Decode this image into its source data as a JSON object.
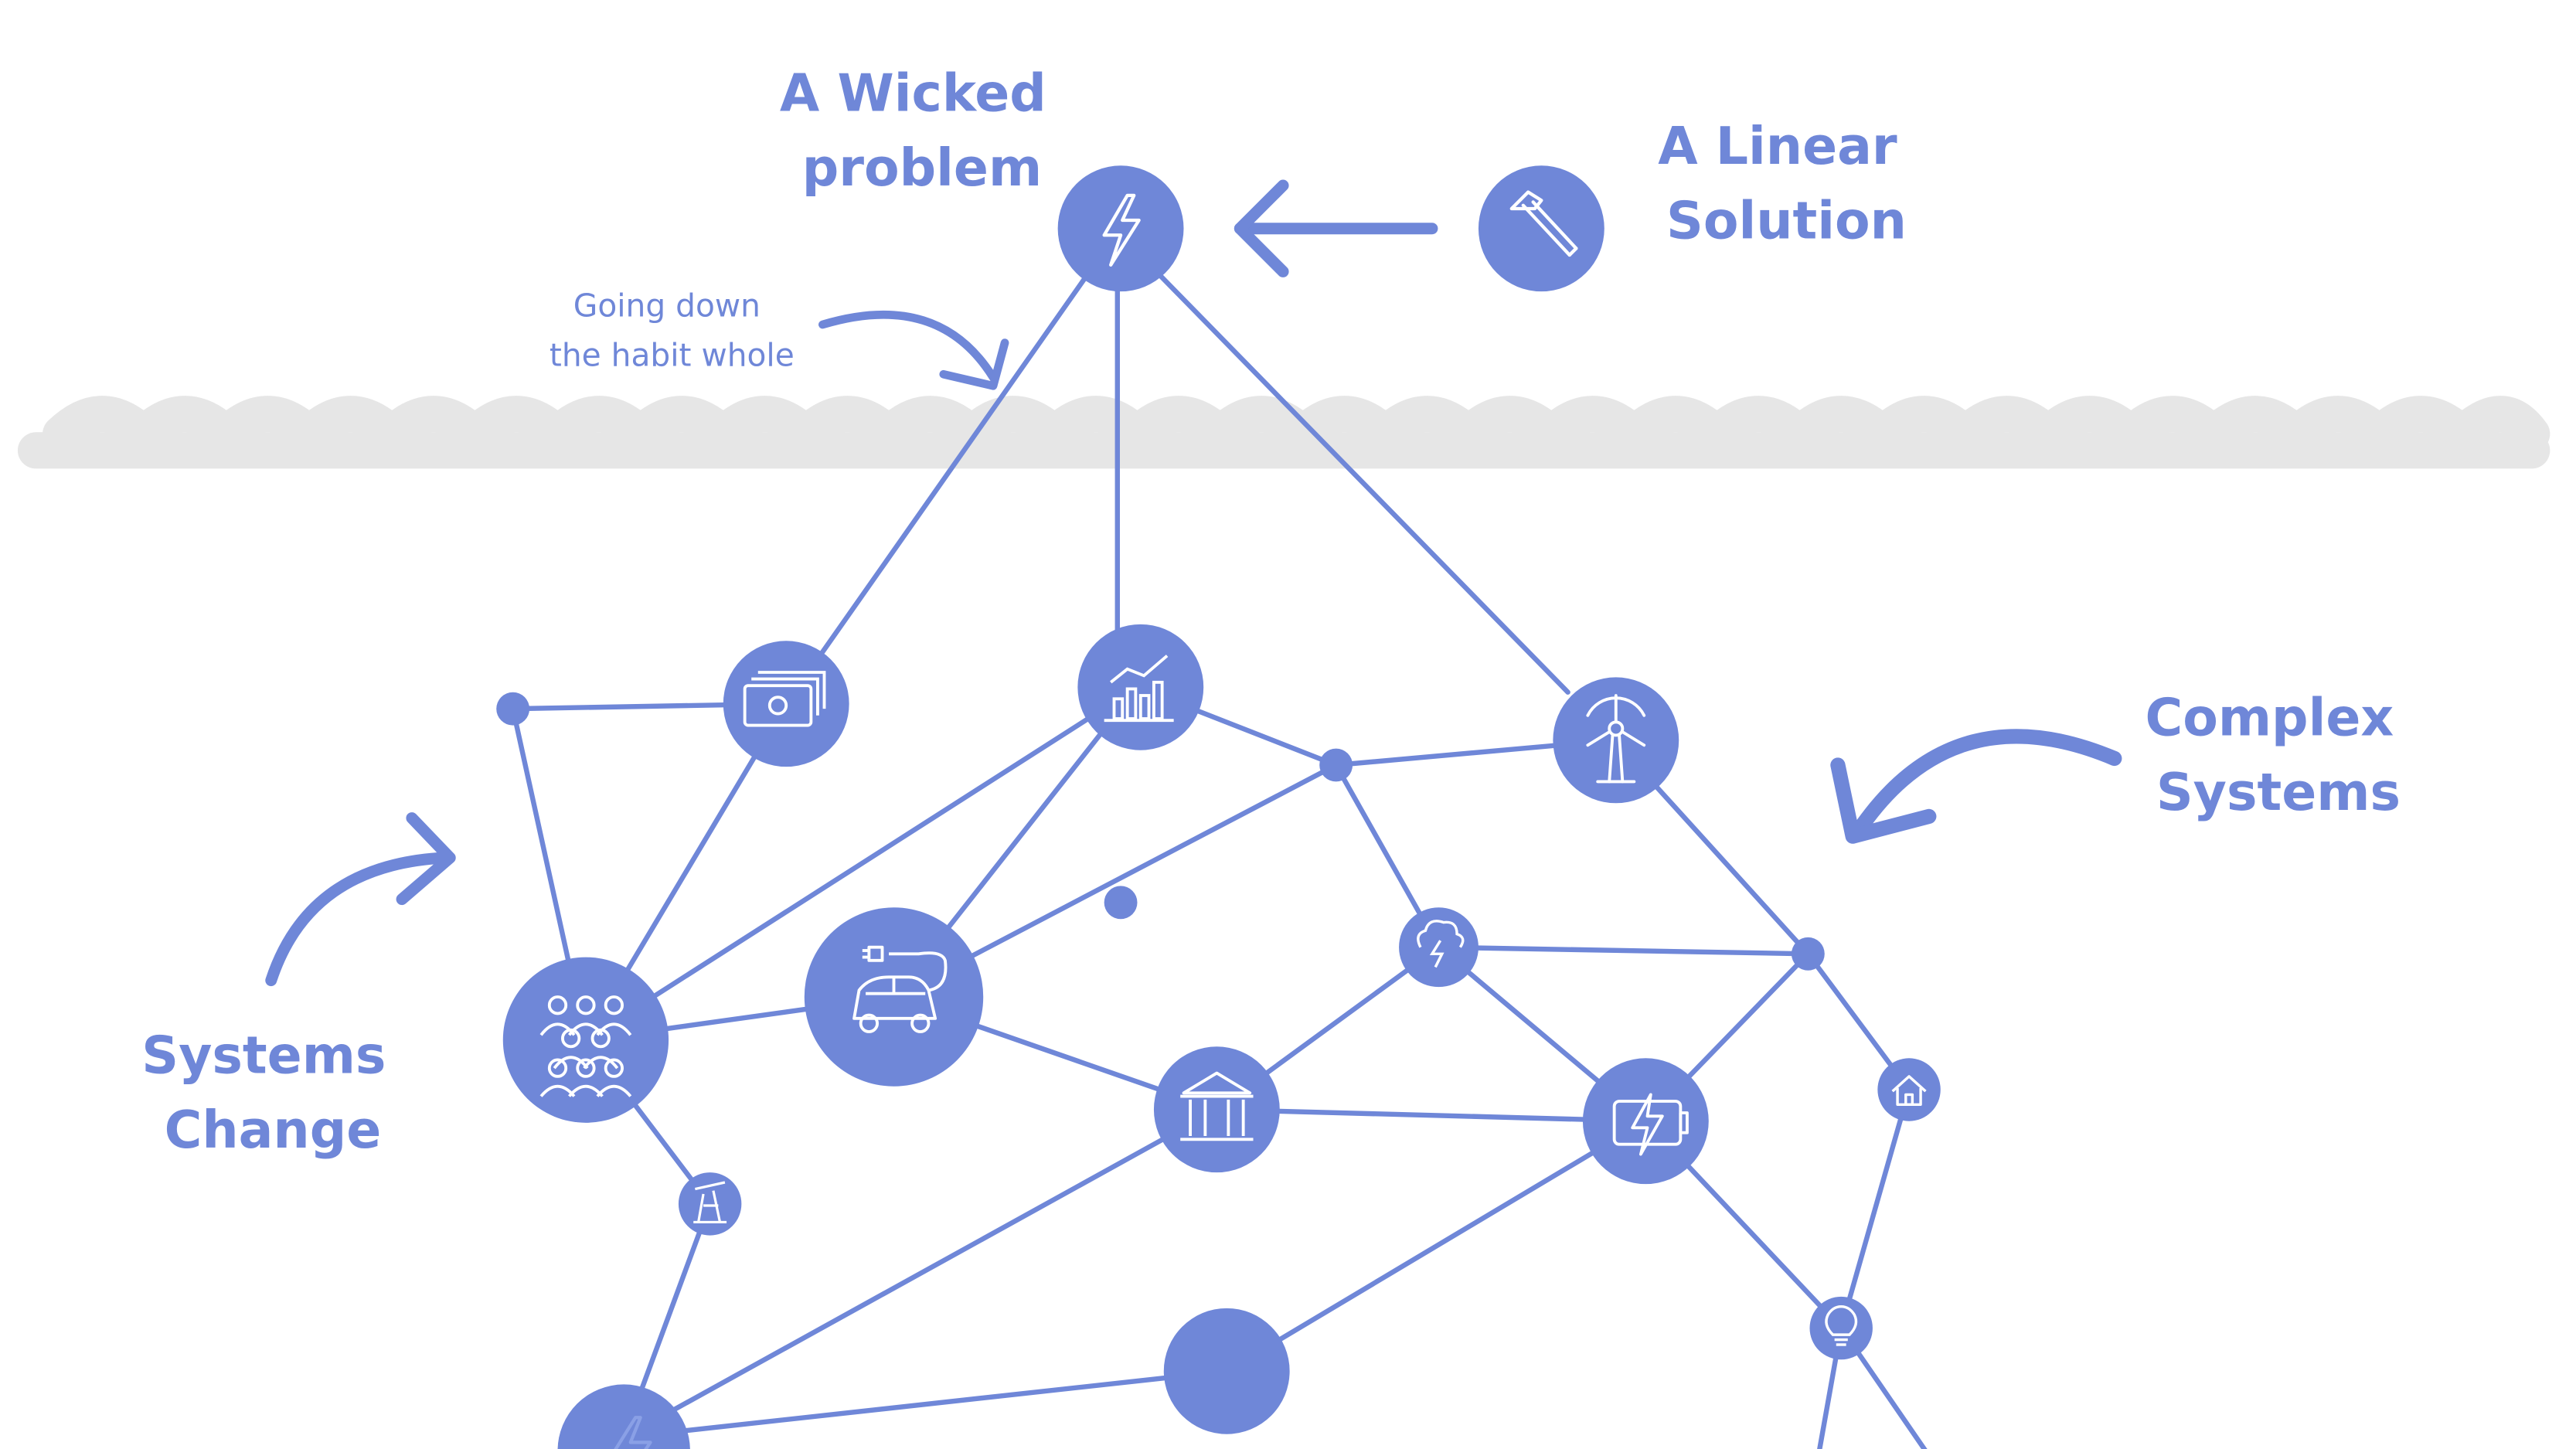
{
  "colors": {
    "primary": "#6f87d8",
    "icon_stroke": "#ffffff",
    "waves": "#e6e6e6",
    "background": "#ffffff"
  },
  "labels": {
    "wicked_problem": [
      "A Wicked",
      "problem"
    ],
    "linear_solution": [
      "A Linear",
      "Solution"
    ],
    "going_down": [
      "Going down",
      "the habit whole"
    ],
    "complex_systems": [
      "Complex",
      "Systems"
    ],
    "systems_change": [
      "Systems",
      "Change"
    ]
  },
  "nodes": {
    "problem": {
      "icon": "lightning-icon"
    },
    "solution": {
      "icon": "hammer-icon"
    },
    "money": {
      "icon": "money-stack-icon"
    },
    "growth": {
      "icon": "bar-chart-icon"
    },
    "wind": {
      "icon": "wind-turbine-icon"
    },
    "people": {
      "icon": "people-group-icon"
    },
    "ev": {
      "icon": "electric-car-icon"
    },
    "storm": {
      "icon": "storm-cloud-icon"
    },
    "government": {
      "icon": "government-building-icon"
    },
    "battery": {
      "icon": "battery-charging-icon"
    },
    "home": {
      "icon": "house-icon"
    },
    "oil": {
      "icon": "oil-pump-icon"
    },
    "bulb": {
      "icon": "lightbulb-icon"
    },
    "energy": {
      "icon": "lightning-icon"
    },
    "blank": {
      "icon": ""
    }
  }
}
